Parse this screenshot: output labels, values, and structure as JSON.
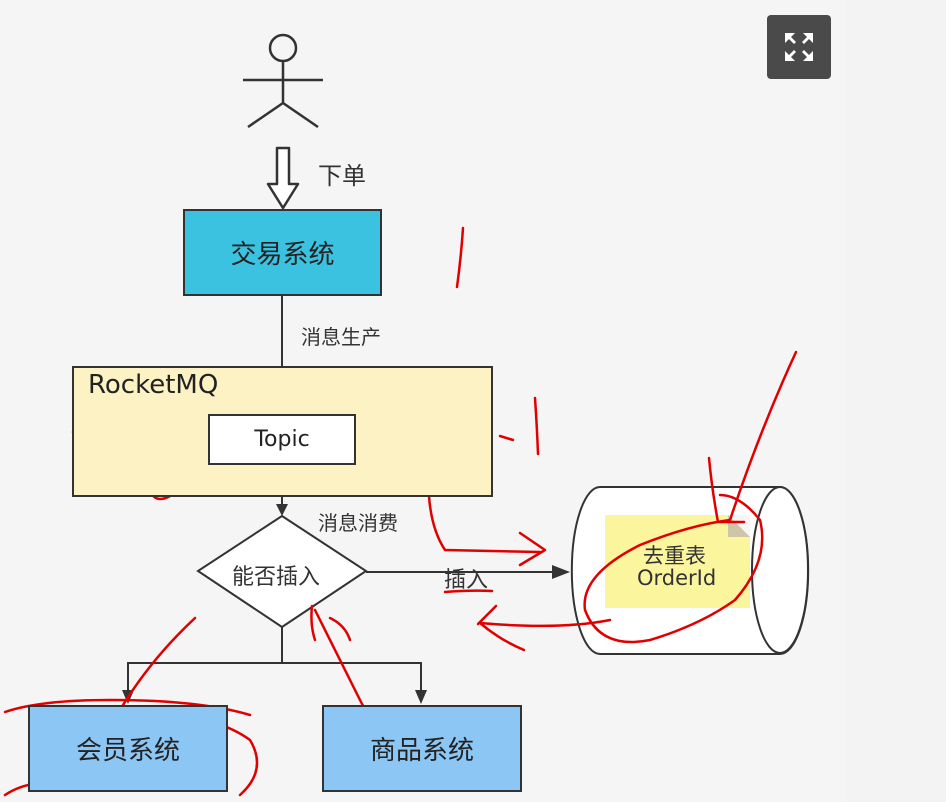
{
  "diagram": {
    "order_label": "下单",
    "trade_system": "交易系统",
    "produce_label": "消息生产",
    "mq_label": "RocketMQ",
    "topic_label": "Topic",
    "consume_label": "消息消费",
    "decision_label": "能否插入",
    "insert_label": "插入",
    "dedup_table_line1": "去重表",
    "dedup_table_line2": "OrderId",
    "member_system": "会员系统",
    "goods_system": "商品系统"
  },
  "toolbar": {
    "expand_icon": "expand-icon"
  },
  "colors": {
    "trade_fill": "#3bc2e0",
    "mq_fill": "#fdf2c3",
    "system_fill": "#8cc6f5",
    "note_fill": "#fbf59e",
    "annotation_red": "#e00000",
    "button_bg": "#4a4a4a"
  }
}
